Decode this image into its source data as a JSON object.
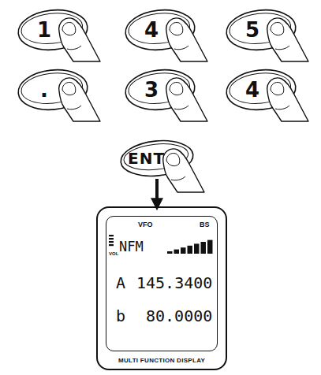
{
  "diagram": {
    "nodes": [
      {
        "text": [
          "1"
        ]
      },
      {
        "text": [
          "4"
        ]
      },
      {
        "text": [
          "5"
        ]
      },
      {
        "text": [
          "."
        ]
      },
      {
        "text": [
          "3"
        ]
      },
      {
        "text": [
          "4"
        ]
      },
      {
        "text": [
          "ENT"
        ]
      },
      {
        "text": [
          "MULTI FUNCTION DISPLAY"
        ]
      },
      {
        "text": [
          "VFO",
          "BS",
          "VOL",
          "NFM",
          "A",
          "145.3400",
          "b",
          "80.0000"
        ],
        "in": 7
      }
    ],
    "edges": [
      {
        "from": 6,
        "to": 7,
        "arrow": "to"
      }
    ]
  }
}
